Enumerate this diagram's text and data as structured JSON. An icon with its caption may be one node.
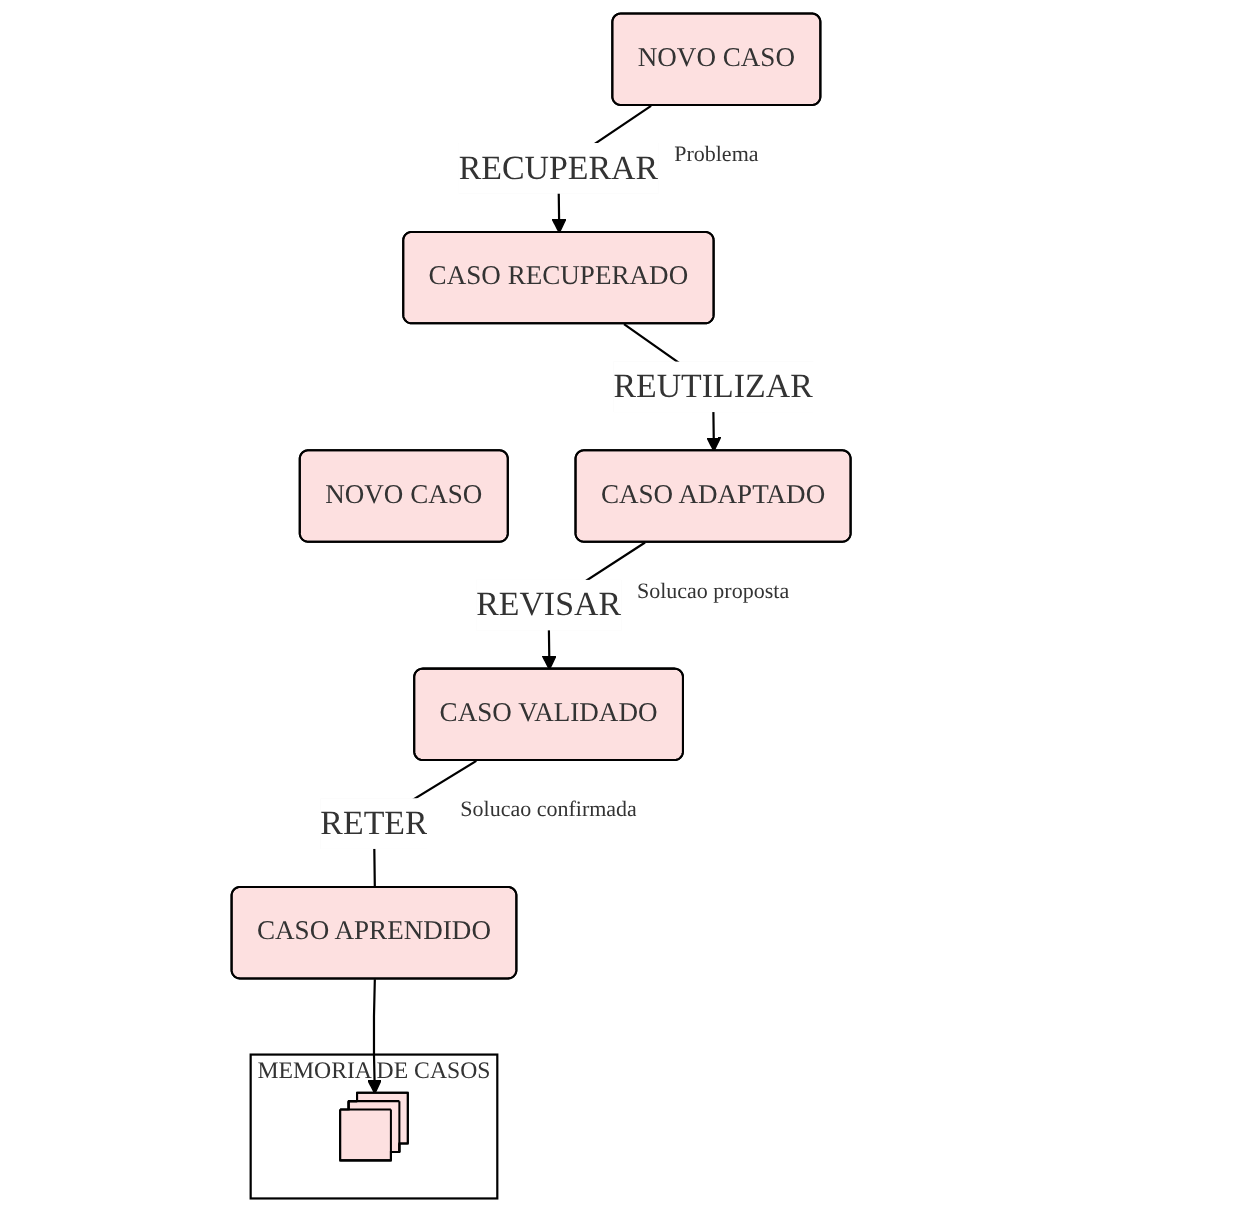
{
  "diagram": {
    "nodes": [
      {
        "text": [
          "NOVO CASO"
        ],
        "beside": [
          "Problema"
        ]
      },
      {
        "text": [
          "CASO RECUPERADO"
        ]
      },
      {
        "text": [
          "NOVO CASO"
        ]
      },
      {
        "text": [
          "CASO ADAPTADO"
        ],
        "beside": [
          "Solucao proposta"
        ]
      },
      {
        "text": [
          "CASO VALIDADO"
        ],
        "beside": [
          "Solucao confirmada"
        ]
      },
      {
        "text": [
          "CASO APRENDIDO"
        ]
      },
      {
        "text": [
          "MEMORIA DE CASOS"
        ]
      },
      {
        "text": [],
        "shape": "box",
        "in": 6
      }
    ],
    "edges": [
      {
        "from": 0,
        "to": 1,
        "arrow": "to",
        "label": "RECUPERAR"
      },
      {
        "from": 1,
        "to": 3,
        "arrow": "to",
        "label": "REUTILIZAR"
      },
      {
        "from": 3,
        "to": 4,
        "arrow": "to",
        "label": "REVISAR"
      },
      {
        "from": 4,
        "to": 5,
        "arrow": "none",
        "label": "RETER"
      },
      {
        "from": 5,
        "to": 7,
        "arrow": "to"
      }
    ]
  }
}
